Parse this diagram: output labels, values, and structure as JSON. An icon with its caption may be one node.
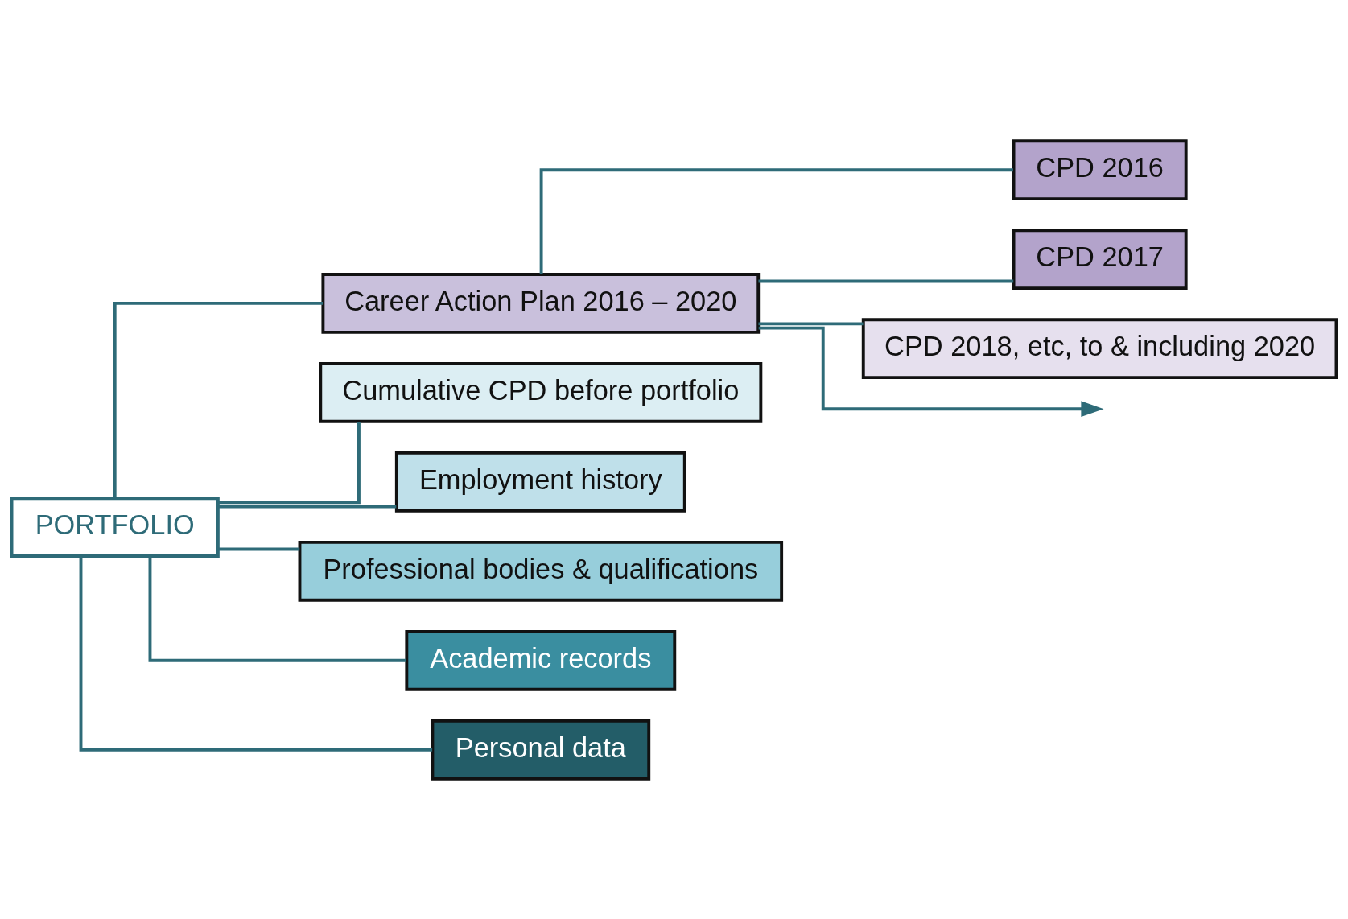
{
  "diagram": {
    "nodes": [
      {
        "text": [
          "PORTFOLIO"
        ]
      },
      {
        "text": [
          "Career Action Plan 2016 – 2020"
        ]
      },
      {
        "text": [
          "Cumulative CPD before portfolio"
        ]
      },
      {
        "text": [
          "Employment history"
        ]
      },
      {
        "text": [
          "Professional bodies & qualifications"
        ]
      },
      {
        "text": [
          "Academic records"
        ]
      },
      {
        "text": [
          "Personal data"
        ]
      },
      {
        "text": [
          "CPD 2016"
        ]
      },
      {
        "text": [
          "CPD 2017"
        ]
      },
      {
        "text": [
          "CPD 2018, etc, to & including 2020"
        ]
      }
    ],
    "edges": [
      {
        "from": 0,
        "to": 1,
        "arrow": "none"
      },
      {
        "from": 0,
        "to": 2,
        "arrow": "none"
      },
      {
        "from": 0,
        "to": 3,
        "arrow": "none"
      },
      {
        "from": 0,
        "to": 4,
        "arrow": "none"
      },
      {
        "from": 0,
        "to": 5,
        "arrow": "none"
      },
      {
        "from": 0,
        "to": 6,
        "arrow": "none"
      },
      {
        "from": 1,
        "to": 7,
        "arrow": "none"
      },
      {
        "from": 1,
        "to": 8,
        "arrow": "none"
      },
      {
        "from": 1,
        "to": 9,
        "arrow": "none"
      },
      {
        "from": 1,
        "to": null,
        "arrow": "to"
      }
    ]
  }
}
